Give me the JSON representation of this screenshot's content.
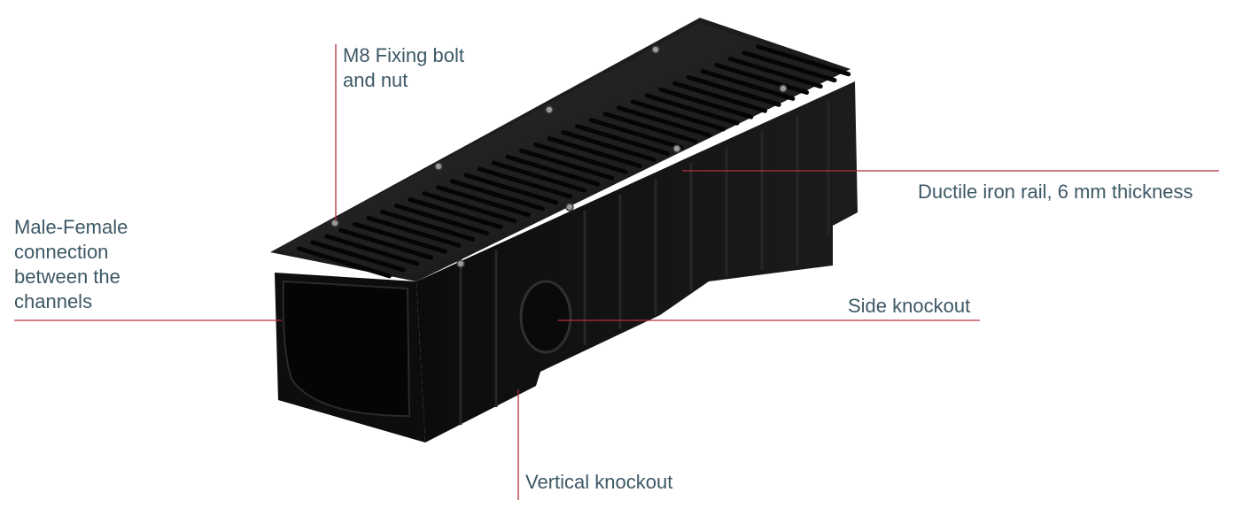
{
  "labels": {
    "m8_fixing_bolt": "M8 Fixing bolt\nand nut",
    "male_female": "Male-Female\nconnection\nbetween the\nchannels",
    "ductile_rail": "Ductile iron rail, 6 mm thickness",
    "side_knockout": "Side knockout",
    "vertical_knockout": "Vertical knockout"
  },
  "colors": {
    "leader_line": "#b0303a",
    "label_text": "#3d5866",
    "channel_body": "#101010",
    "grate": "#1a1a1a"
  }
}
